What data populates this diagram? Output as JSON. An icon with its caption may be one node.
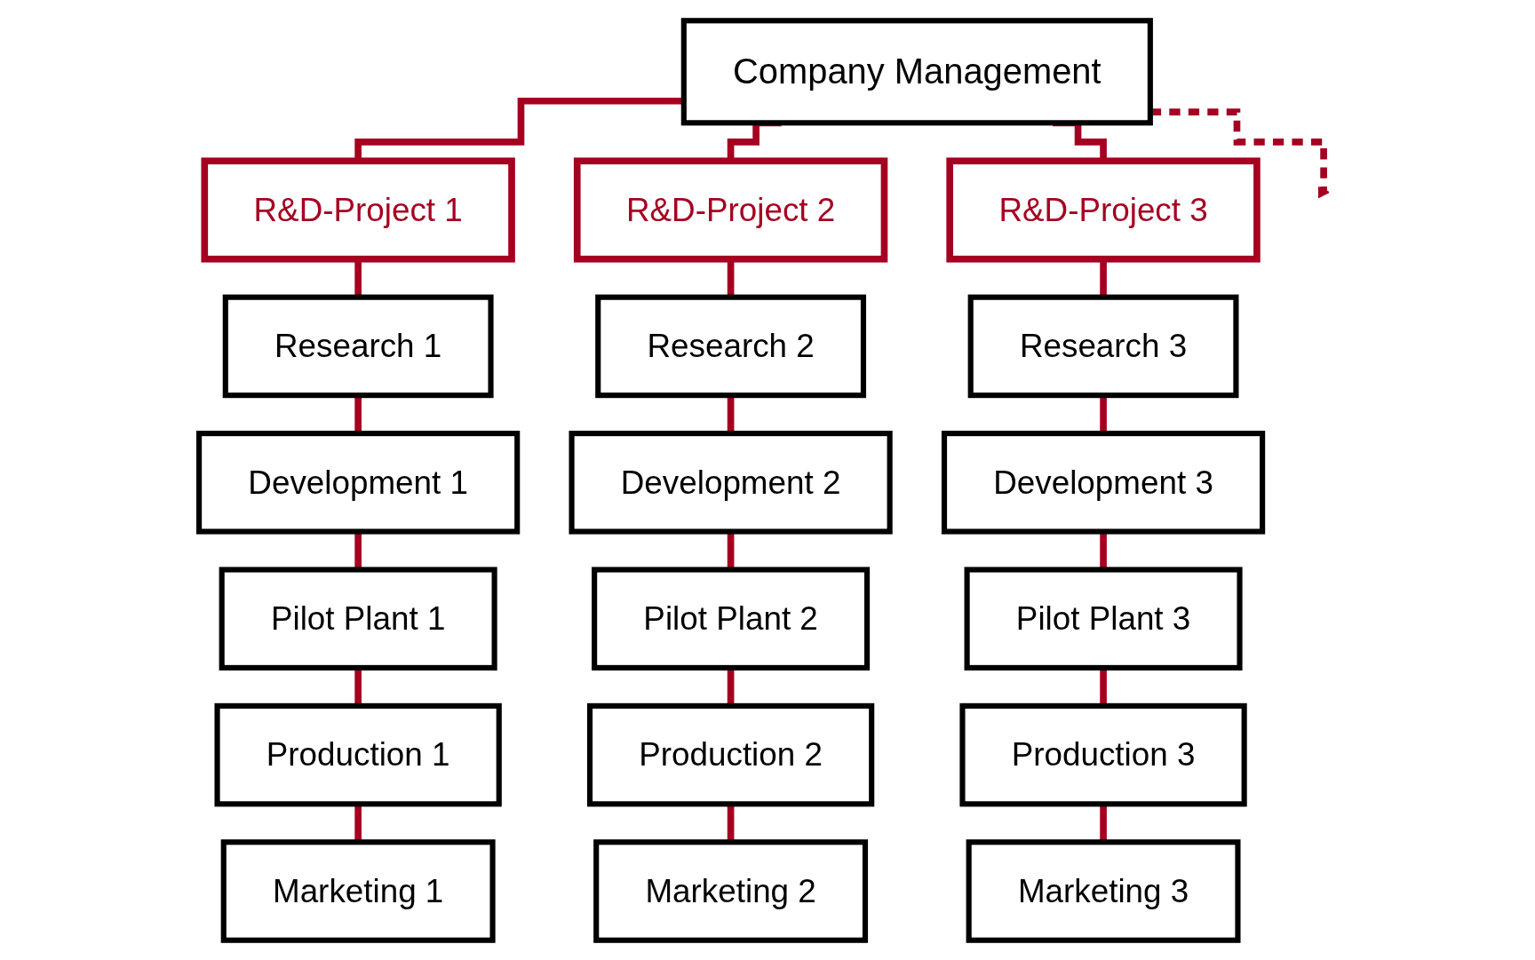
{
  "diagram": {
    "nodes": [
      {
        "text": [
          "Company Management"
        ]
      },
      {
        "text": [
          "R&D-Project 1"
        ]
      },
      {
        "text": [
          "Research 1"
        ]
      },
      {
        "text": [
          "Development 1"
        ]
      },
      {
        "text": [
          "Pilot Plant 1"
        ]
      },
      {
        "text": [
          "Production 1"
        ]
      },
      {
        "text": [
          "Marketing 1"
        ]
      },
      {
        "text": [
          "R&D-Project 2"
        ]
      },
      {
        "text": [
          "Research 2"
        ]
      },
      {
        "text": [
          "Development 2"
        ]
      },
      {
        "text": [
          "Pilot Plant 2"
        ]
      },
      {
        "text": [
          "Production 2"
        ]
      },
      {
        "text": [
          "Marketing 2"
        ]
      },
      {
        "text": [
          "R&D-Project 3"
        ]
      },
      {
        "text": [
          "Research 3"
        ]
      },
      {
        "text": [
          "Development 3"
        ]
      },
      {
        "text": [
          "Pilot Plant 3"
        ]
      },
      {
        "text": [
          "Production 3"
        ]
      },
      {
        "text": [
          "Marketing 3"
        ]
      }
    ],
    "edges": [
      {
        "from": 0,
        "to": 1,
        "arrow": "none"
      },
      {
        "from": 0,
        "to": 7,
        "arrow": "none"
      },
      {
        "from": 0,
        "to": 13,
        "arrow": "none"
      },
      {
        "from": 0,
        "to": null,
        "arrow": "to",
        "style": "dashed"
      },
      {
        "from": 1,
        "to": 2,
        "arrow": "none"
      },
      {
        "from": 2,
        "to": 3,
        "arrow": "none"
      },
      {
        "from": 3,
        "to": 4,
        "arrow": "none"
      },
      {
        "from": 4,
        "to": 5,
        "arrow": "none"
      },
      {
        "from": 5,
        "to": 6,
        "arrow": "none"
      },
      {
        "from": 7,
        "to": 8,
        "arrow": "none"
      },
      {
        "from": 8,
        "to": 9,
        "arrow": "none"
      },
      {
        "from": 9,
        "to": 10,
        "arrow": "none"
      },
      {
        "from": 10,
        "to": 11,
        "arrow": "none"
      },
      {
        "from": 11,
        "to": 12,
        "arrow": "none"
      },
      {
        "from": 13,
        "to": 14,
        "arrow": "none"
      },
      {
        "from": 14,
        "to": 15,
        "arrow": "none"
      },
      {
        "from": 15,
        "to": 16,
        "arrow": "none"
      },
      {
        "from": 16,
        "to": 17,
        "arrow": "none"
      },
      {
        "from": 17,
        "to": 18,
        "arrow": "none"
      }
    ]
  }
}
